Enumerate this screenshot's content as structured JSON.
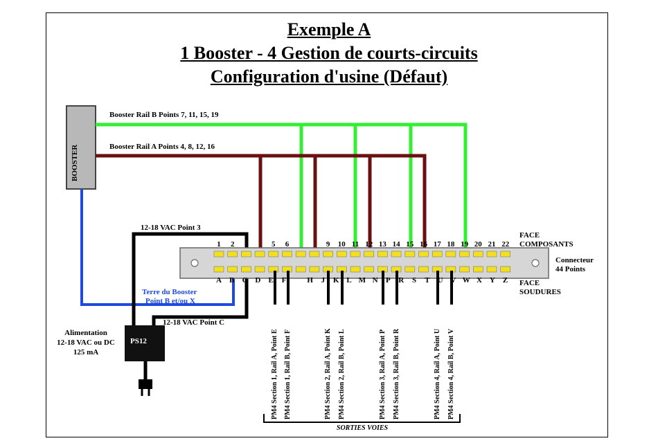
{
  "title": {
    "line1": "Exemple A",
    "line2": "1 Booster - 4 Gestion de courts-circuits",
    "line3": "Configuration d'usine (Défaut)"
  },
  "booster": {
    "label": "BOOSTER"
  },
  "rails": {
    "b_label": "Booster Rail B Points 7, 11, 15, 19",
    "a_label": "Booster Rail A Points 4, 8, 12, 16"
  },
  "power": {
    "point3": "12-18 VAC Point 3",
    "pointC": "12-18 VAC Point C",
    "ps_label": "PS12",
    "supply_line1": "Alimentation",
    "supply_line2": "12-18 VAC ou DC",
    "supply_line3": "125 mA"
  },
  "ground": {
    "line1": "Terre du Booster",
    "line2": "Point B et/ou X"
  },
  "connector": {
    "face_top_1": "FACE",
    "face_top_2": "COMPOSANTS",
    "face_bottom_1": "FACE",
    "face_bottom_2": "SOUDURES",
    "name_1": "Connecteur",
    "name_2": "44 Points",
    "top_pins": [
      "1",
      "2",
      "",
      "",
      "5",
      "6",
      "",
      "",
      "9",
      "10",
      "11",
      "12",
      "13",
      "14",
      "15",
      "16",
      "17",
      "18",
      "19",
      "20",
      "21",
      "22"
    ],
    "bottom_pins": [
      "A",
      "B",
      "C",
      "D",
      "E",
      "F",
      "",
      "H",
      "J",
      "K",
      "L",
      "M",
      "N",
      "P",
      "R",
      "S",
      "T",
      "U",
      "V",
      "W",
      "X",
      "Y",
      "Z"
    ]
  },
  "outputs": {
    "labels": [
      "PM4 Section 1, Rail A, Point E",
      "PM4 Section 1, Rail B, Point F",
      "PM4 Section 2, Rail A, Point K",
      "PM4 Section 2, Rail B, Point L",
      "PM4 Section 3, Rail A, Point P",
      "PM4 Section 3, Rail B, Point R",
      "PM4 Section 4, Rail A, Point U",
      "PM4 Section 4, Rail B, Point V"
    ],
    "group_label": "SORTIES VOIES"
  },
  "colors": {
    "rail_b": "#33ee33",
    "rail_a": "#6b1010",
    "ground": "#1f49e0",
    "power": "#000000",
    "booster_fill": "#b8b8b8",
    "connector_fill": "#d6d6d6",
    "pad": "#f2e020"
  }
}
